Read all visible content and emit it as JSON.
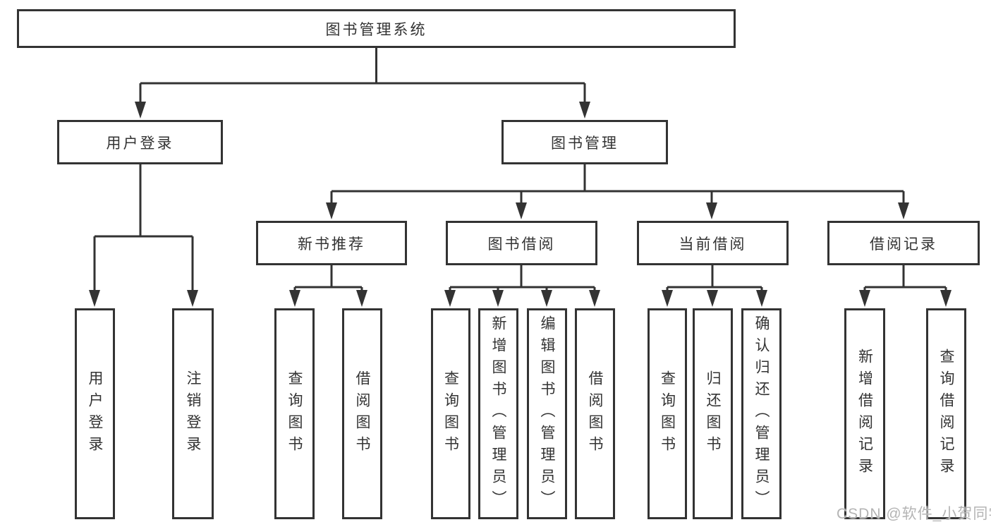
{
  "colors": {
    "line": "#333333",
    "text": "#333333",
    "watermark": "#b4b4b4",
    "background": "#ffffff"
  },
  "watermark": "CSDN @软件_小贺同学",
  "tree": {
    "root": "图书管理系统",
    "branches": [
      {
        "label": "用户登录",
        "children": [
          "用户登录",
          "注销登录"
        ]
      },
      {
        "label": "图书管理",
        "groups": [
          {
            "label": "新书推荐",
            "children": [
              "查询图书",
              "借阅图书"
            ]
          },
          {
            "label": "图书借阅",
            "children": [
              "查询图书",
              "新增图书（管理员）",
              "编辑图书（管理员）",
              "借阅图书"
            ]
          },
          {
            "label": "当前借阅",
            "children": [
              "查询图书",
              "归还图书",
              "确认归还（管理员）"
            ]
          },
          {
            "label": "借阅记录",
            "children": [
              "新增借阅记录",
              "查询借阅记录"
            ]
          }
        ]
      }
    ]
  }
}
